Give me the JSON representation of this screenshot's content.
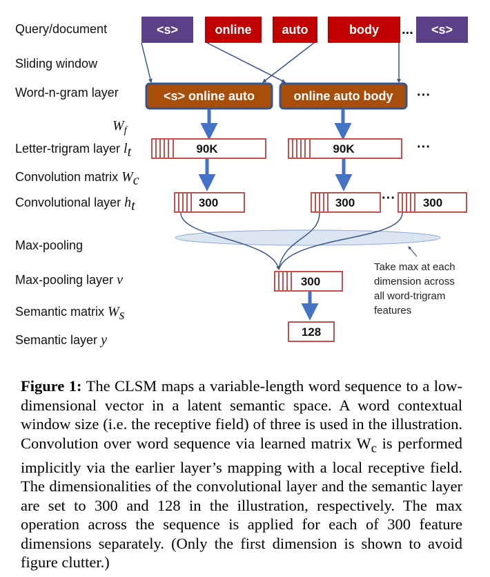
{
  "labels": {
    "query_document": "Query/document",
    "sliding_window": "Sliding window",
    "word_ngram_layer": "Word-n-gram layer",
    "wf_base": "W",
    "wf_sub": "f",
    "letter_trigram_text": "Letter-trigram layer ",
    "letter_trigram_base": "l",
    "letter_trigram_sub": "t",
    "conv_matrix_text": "Convolution matrix ",
    "conv_matrix_base": "W",
    "conv_matrix_sub": "c",
    "conv_layer_text": "Convolutional layer ",
    "conv_layer_base": "h",
    "conv_layer_sub": "t",
    "max_pooling": "Max-pooling",
    "max_pool_layer_text": "Max-pooling layer ",
    "max_pool_layer_var": "v",
    "semantic_matrix_text": "Semantic matrix ",
    "semantic_matrix_base": "W",
    "semantic_matrix_sub": "s",
    "semantic_layer_text": "Semantic layer ",
    "semantic_layer_var": "y"
  },
  "tokens": [
    "<s>",
    "online",
    "auto",
    "body",
    "<s>"
  ],
  "token_ellipsis": "...",
  "word_ngrams": [
    "<s> online auto",
    "online auto body"
  ],
  "ngram_ellipsis": "···",
  "letter_trigram_values": [
    "90K",
    "90K"
  ],
  "trigram_ellipsis": "···",
  "conv_values": [
    "300",
    "300",
    "300"
  ],
  "conv_ellipsis": "···",
  "maxpool_value": "300",
  "semantic_value": "128",
  "annotation": [
    "Take max at each",
    "dimension across",
    "all word-trigram",
    "features"
  ],
  "colors": {
    "boundary_token": "#5b3f87",
    "word_token": "#c00000",
    "word_ngram_fill": "#a84e0b",
    "word_ngram_border": "#3a5584",
    "arrow": "#4472c4",
    "layer_border": "#c0504d",
    "pool_fill": "#dbe5f1"
  },
  "caption": {
    "label": "Figure 1:",
    "text_before_sub": " The CLSM maps a variable-length word sequence to a low-dimensional vector in a latent semantic space. A word contextual window size (i.e. the receptive field) of three is used in the illustration. Convolution over word sequence via learned matrix W",
    "sub": "c",
    "text_after_sub": "  is performed implicitly via the earlier layer’s mapping with a local receptive field. The dimensionalities of the convolutional layer and the semantic layer are set to 300 and 128 in the illustration, respectively. The max operation across the sequence is applied for each of 300 feature dimensions separately. (Only the first dimension is shown to avoid figure clutter.)"
  }
}
